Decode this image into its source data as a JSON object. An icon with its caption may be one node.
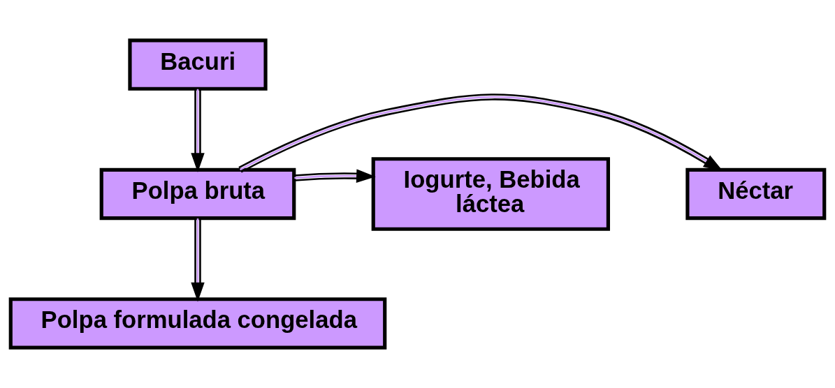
{
  "diagram": {
    "nodes": [
      {
        "text": [
          "Bacuri"
        ]
      },
      {
        "text": [
          "Néctar"
        ]
      },
      {
        "text": [
          "Polpa bruta"
        ]
      },
      {
        "text": [
          "Iogurte, Bebida láctea"
        ]
      },
      {
        "text": [
          "Polpa formulada congelada"
        ]
      }
    ],
    "edges": [
      {
        "from": 0,
        "to": 2,
        "arrow": "to"
      },
      {
        "from": 2,
        "to": 1,
        "arrow": "to"
      },
      {
        "from": 2,
        "to": 3,
        "arrow": "to"
      },
      {
        "from": 2,
        "to": 4,
        "arrow": "to"
      }
    ]
  }
}
